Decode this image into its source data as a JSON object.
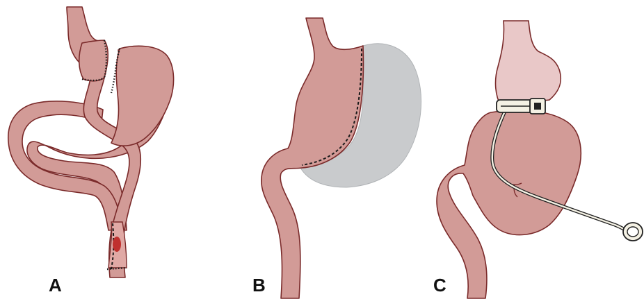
{
  "panels": [
    {
      "label": "A"
    },
    {
      "label": "B"
    },
    {
      "label": "C"
    }
  ],
  "colors": {
    "tissue_fill": "#d29b97",
    "tissue_stroke": "#7a2a2a",
    "pouch_light": "#e9c8c8",
    "removed_stomach": "#c9cbcd",
    "band_fill": "#f4f1e4",
    "band_stroke": "#222222",
    "staple_line": "#1a1a1a",
    "ulcer": "#c0302e",
    "ulcer_outline": "#e0a9a5",
    "label_color": "#111111"
  },
  "icons": {
    "panel_a": "gastric-bypass-illustration",
    "panel_b": "sleeve-gastrectomy-illustration",
    "panel_c": "adjustable-gastric-band-illustration"
  }
}
